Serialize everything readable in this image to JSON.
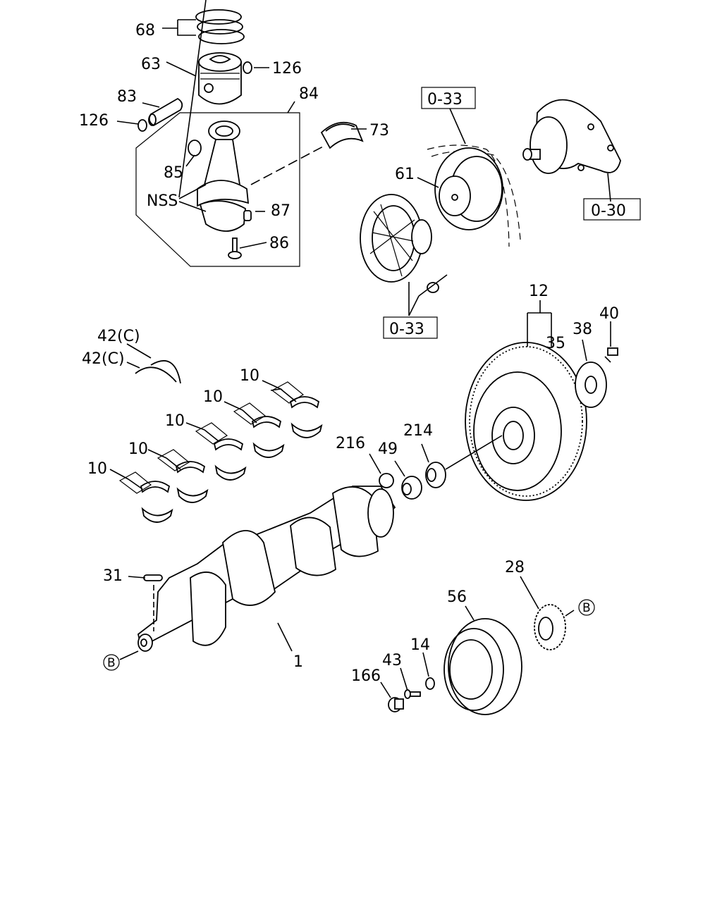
{
  "labels": {
    "l68": "68",
    "l63": "63",
    "l126a": "126",
    "l83": "83",
    "l84": "84",
    "l126b": "126",
    "l73": "73",
    "l85": "85",
    "lNSS": "NSS",
    "l87": "87",
    "l86": "86",
    "l61": "61",
    "l12": "12",
    "l40": "40",
    "l38": "38",
    "l35": "35",
    "l42a": "42(C)",
    "l42b": "42(C)",
    "l10a": "10",
    "l10b": "10",
    "l10c": "10",
    "l10d": "10",
    "l10e": "10",
    "l216": "216",
    "l49": "49",
    "l214": "214",
    "l31": "31",
    "l28": "28",
    "l56": "56",
    "l1": "1",
    "l43": "43",
    "l14": "14",
    "l166": "166"
  },
  "ref_boxes": {
    "r033a": "0-33",
    "r033b": "0-33",
    "r030": "0-30"
  },
  "callouts": {
    "b1": "B",
    "b2": "B"
  }
}
